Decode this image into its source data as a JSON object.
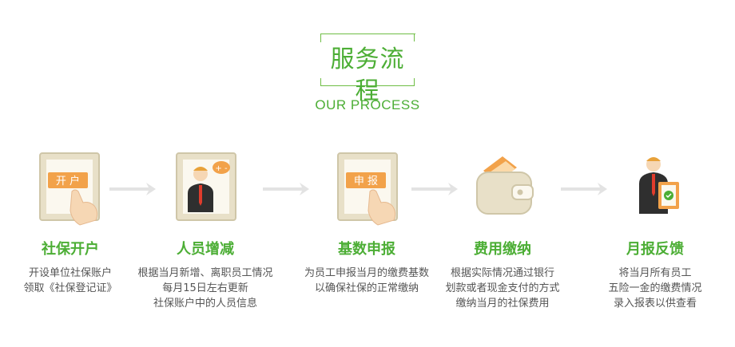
{
  "header": {
    "title": "服务流程",
    "subtitle": "OUR PROCESS"
  },
  "colors": {
    "accent": "#4cae35",
    "text": "#555555",
    "arrow": "#e3e3e3",
    "panel": "#e8e0c8",
    "tag": "#f2a24a"
  },
  "steps": [
    {
      "icon": "tablet-hand-icon",
      "tag": "开 户",
      "title": "社保开户",
      "lines": [
        "开设单位社保账户",
        "领取《社保登记证》"
      ]
    },
    {
      "icon": "staff-icon",
      "tag": "+ -",
      "title": "人员增减",
      "lines": [
        "根据当月新增、离职员工情况",
        "每月15日左右更新",
        "社保账户中的人员信息"
      ]
    },
    {
      "icon": "tablet-hand-icon",
      "tag": "申 报",
      "title": "基数申报",
      "lines": [
        "为员工申报当月的缴费基数",
        "以确保社保的正常缴纳"
      ]
    },
    {
      "icon": "wallet-icon",
      "title": "费用缴纳",
      "lines": [
        "根据实际情况通过银行",
        "划款或者现金支付的方式",
        "缴纳当月的社保费用"
      ]
    },
    {
      "icon": "report-staff-icon",
      "title": "月报反馈",
      "lines": [
        "将当月所有员工",
        "五险一金的缴费情况",
        "录入报表以供查看"
      ]
    }
  ]
}
